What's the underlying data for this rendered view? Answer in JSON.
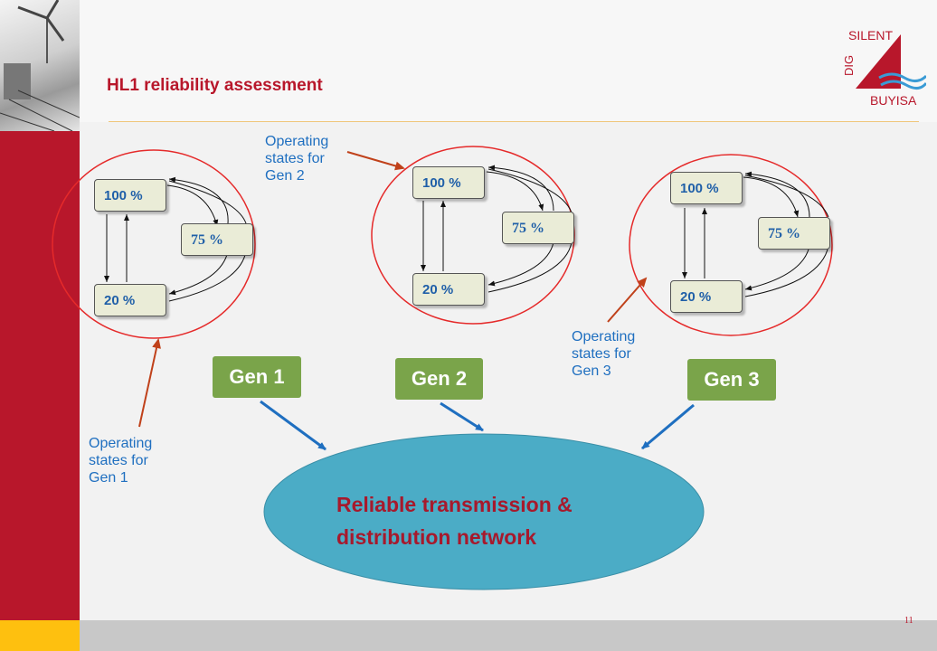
{
  "slide": {
    "title": "HL1 reliability assessment",
    "page_number": "11"
  },
  "logo": {
    "top_text": "SILENT",
    "side_text": "DIG",
    "bottom_text": "BUYISA"
  },
  "groups": [
    {
      "name": "Gen 1",
      "states": [
        "100 %",
        "75 %",
        "20 %"
      ],
      "note": "Operating\nstates for\nGen 1"
    },
    {
      "name": "Gen 2",
      "states": [
        "100 %",
        "75 %",
        "20 %"
      ],
      "note": "Operating\nstates for\nGen 2"
    },
    {
      "name": "Gen 3",
      "states": [
        "100 %",
        "75 %",
        "20 %"
      ],
      "note": "Operating\nstates for\nGen 3"
    }
  ],
  "network_label": "Reliable transmission &\ndistribution network",
  "colors": {
    "brand_red": "#b8172b",
    "state_text": "#1f5fa8",
    "gen_green": "#7aa44a",
    "ellipse_blue": "#4bacc6",
    "note_blue": "#1f6fc0",
    "arrow_blue": "#1f6fc0",
    "arrow_red": "#c0411a"
  }
}
